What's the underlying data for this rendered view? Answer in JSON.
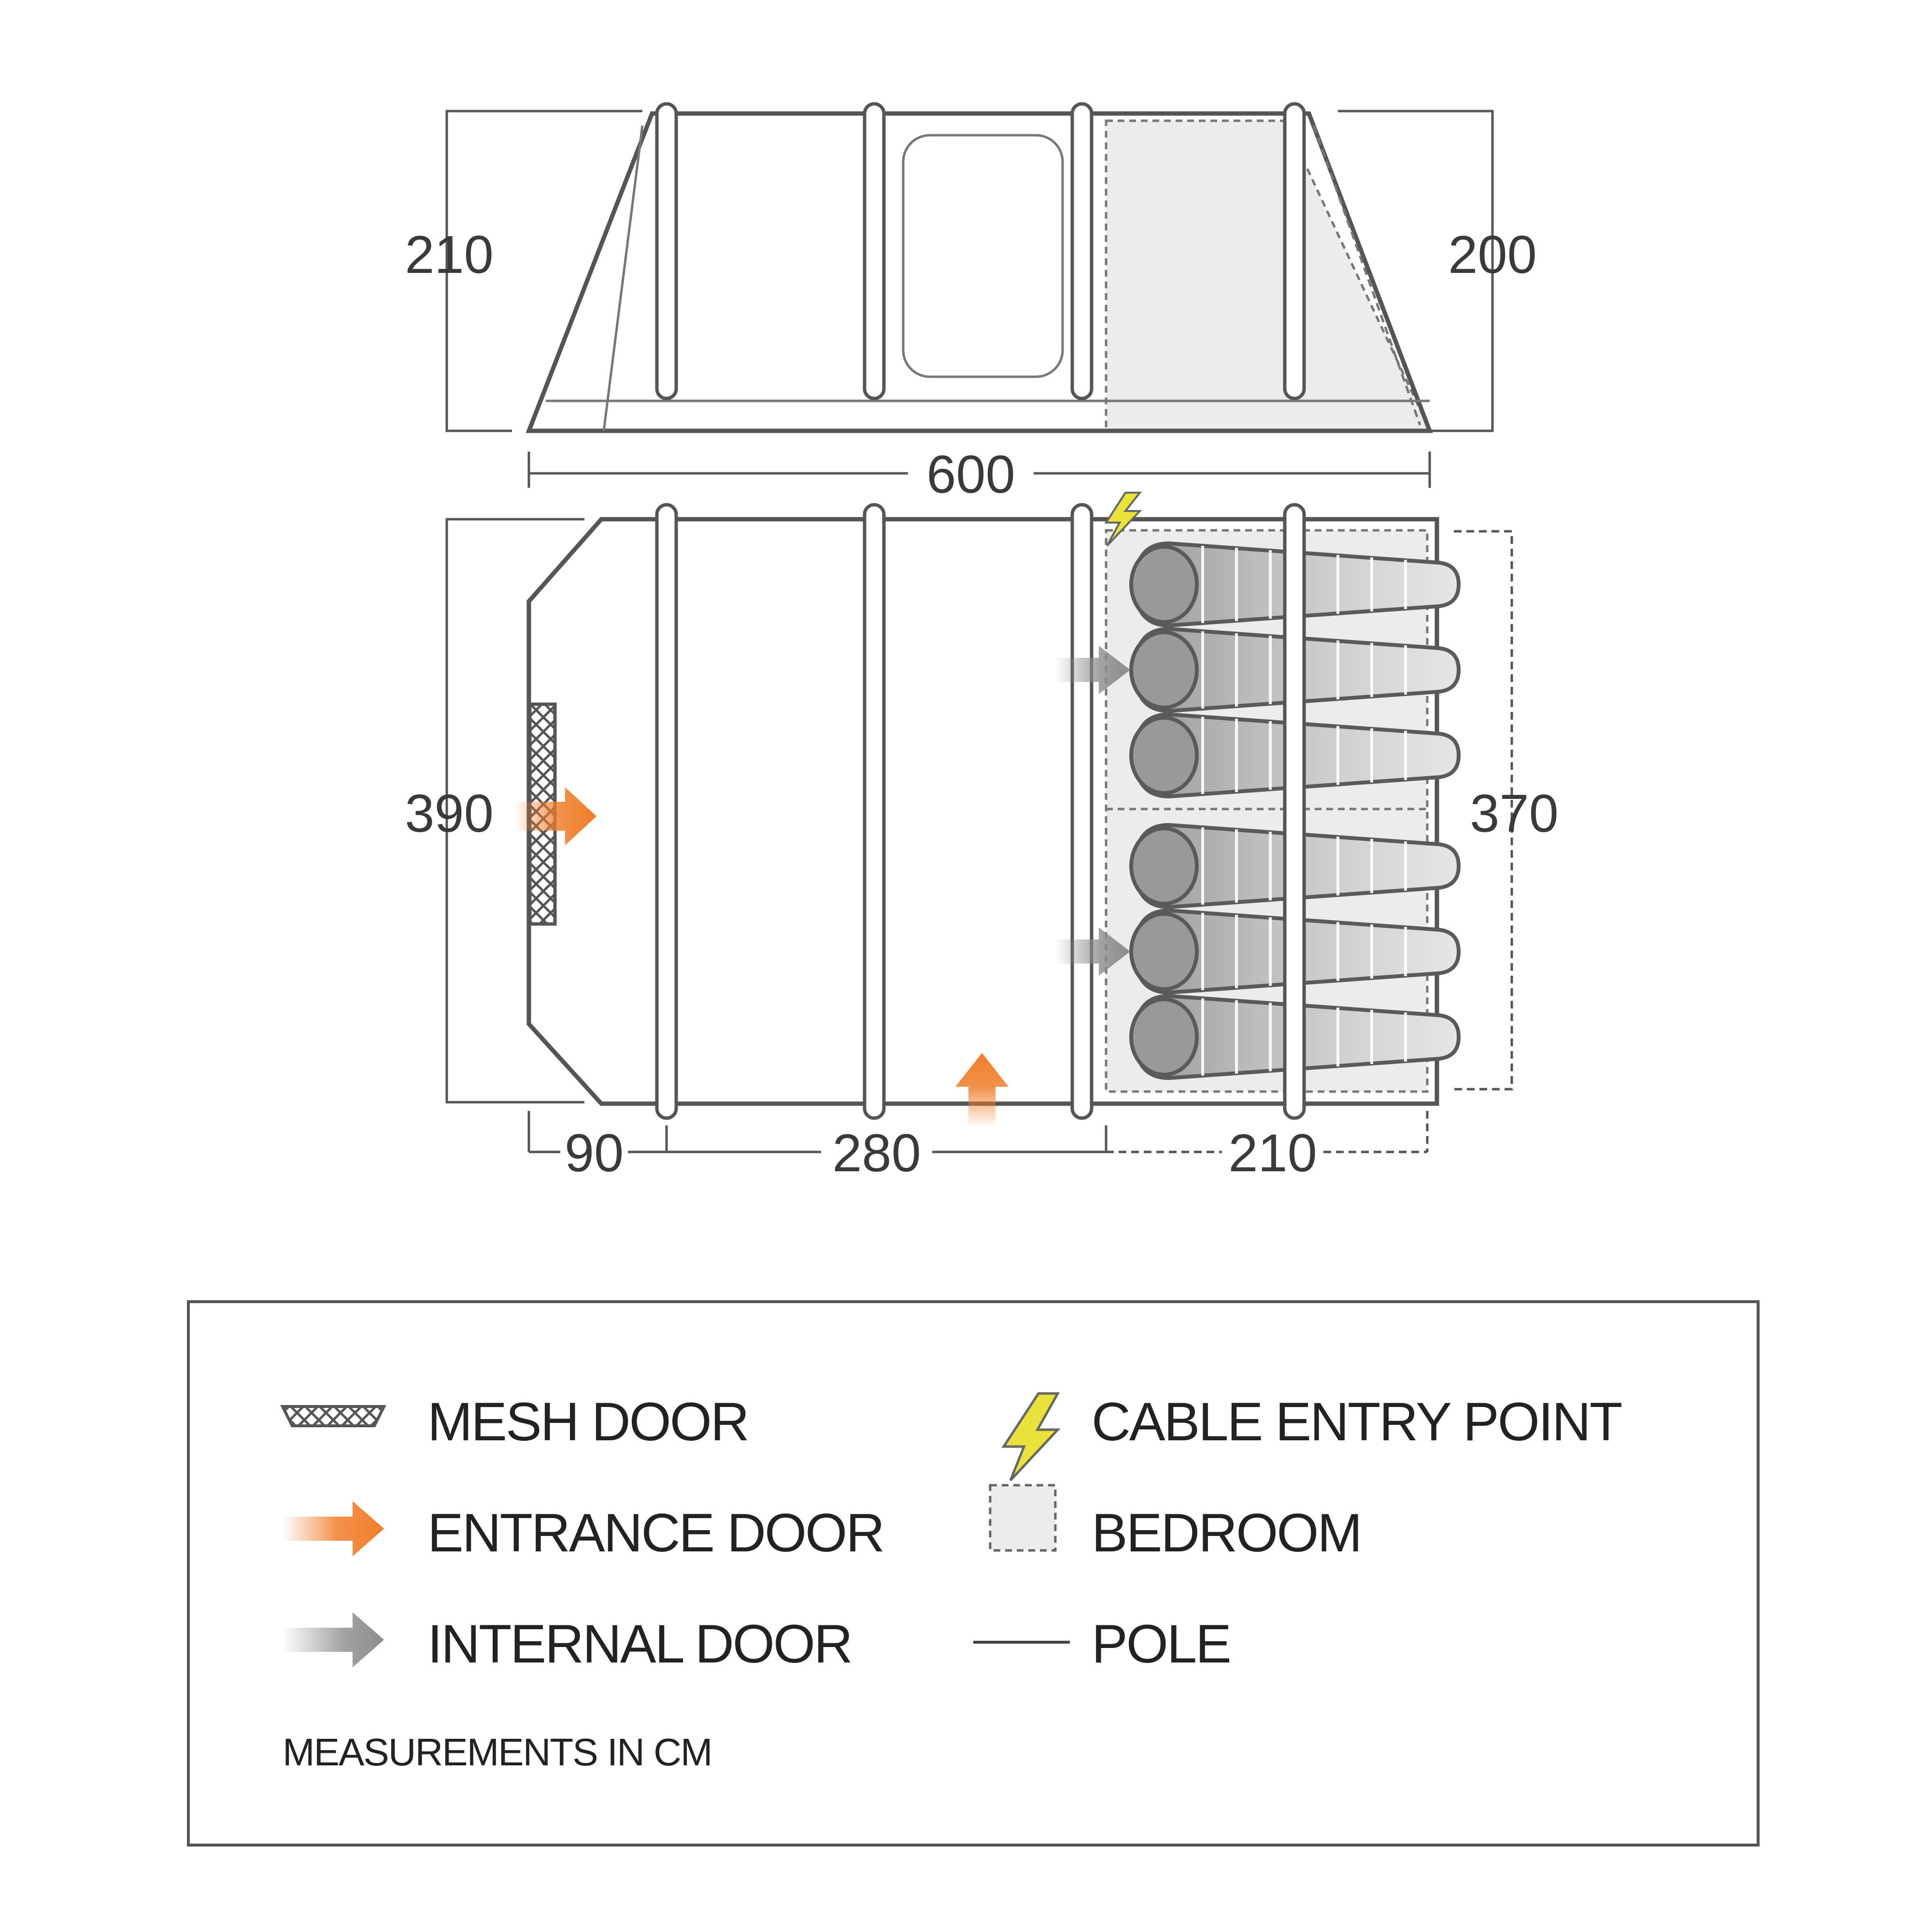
{
  "colors": {
    "outline": "#5a5a5a",
    "bedroom_fill": "#ececeb",
    "entrance_arrow": "#f07d2a",
    "internal_arrow": "#8c8c8c",
    "cable_bolt": "#e8e23a"
  },
  "icons": {
    "mesh": "mesh-door-icon",
    "entrance": "entrance-arrow-icon",
    "internal": "internal-arrow-icon",
    "cable": "lightning-bolt-icon",
    "bedroom": "bedroom-swatch-icon",
    "pole": "pole-line-icon"
  },
  "dimensions": {
    "side_height_left": "210",
    "side_height_right": "200",
    "total_length": "600",
    "width_left": "390",
    "width_right": "370",
    "seg_porch": "90",
    "seg_living": "280",
    "seg_bedroom": "210"
  },
  "legend": {
    "mesh_door": "MESH DOOR",
    "entrance_door": "ENTRANCE DOOR",
    "internal_door": "INTERNAL DOOR",
    "cable_entry_point": "CABLE ENTRY POINT",
    "bedroom": "BEDROOM",
    "pole": "POLE",
    "note": "MEASUREMENTS IN CM"
  }
}
